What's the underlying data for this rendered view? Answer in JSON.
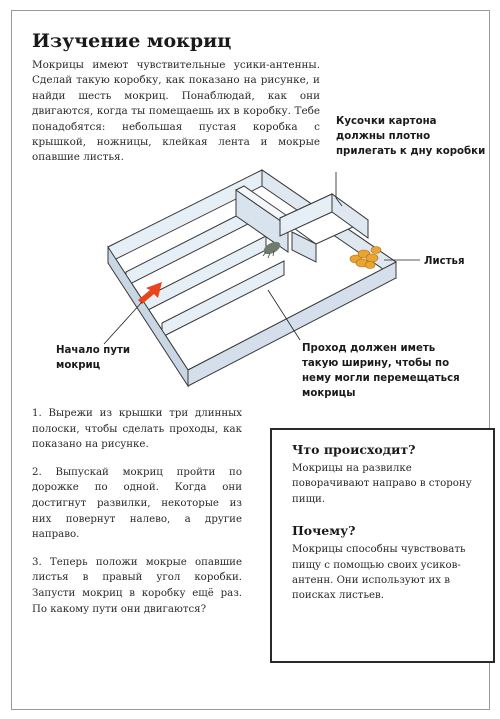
{
  "title": "Изучение мокриц",
  "intro": "Мокрицы имеют чувствительные усики-антенны. Сделай такую коробку, как показано на рисунке, и найди шесть мокриц. Понаблюдай, как они двигаются, когда ты помещаешь их в коробку. Тебе понадобятся: небольшая пустая коробка с крышкой, ножницы, клейкая лента и мокрые опавшие листья.",
  "labels": {
    "cardboard": "Кусочки картона должны плотно прилегать к дну коробки",
    "leaves": "Листья",
    "start": "Начало пути мокриц",
    "passage": "Проход должен иметь такую ширину, чтобы по нему могли перемещаться мокрицы"
  },
  "steps": [
    "1. Вырежи из крышки три длинных полоски, чтобы сделать проходы, как показано на рисунке.",
    "2. Выпускай мокриц пройти по дорожке по одной. Когда они достигнут развилки, некоторые из них повернут налево, а другие направо.",
    "3. Теперь положи мокрые опавшие листья в правый угол коробки. Запусти мокриц в коробку ещё раз. По какому пути они двигаются?"
  ],
  "qa": {
    "what_heading": "Что происходит?",
    "what_text": "Мокрицы на развилке поворачивают направо в сторону пищи.",
    "why_heading": "Почему?",
    "why_text": "Мокрицы способны чувствовать пищу с помощью своих усиков-антенн. Они используют их в поисках листьев."
  },
  "colors": {
    "wall_fill": "#e6eef6",
    "wall_stroke": "#3a3a3a",
    "arrow": "#e8451c",
    "leaves": "#e9a431",
    "woodlouse": "#6f7b6b"
  }
}
